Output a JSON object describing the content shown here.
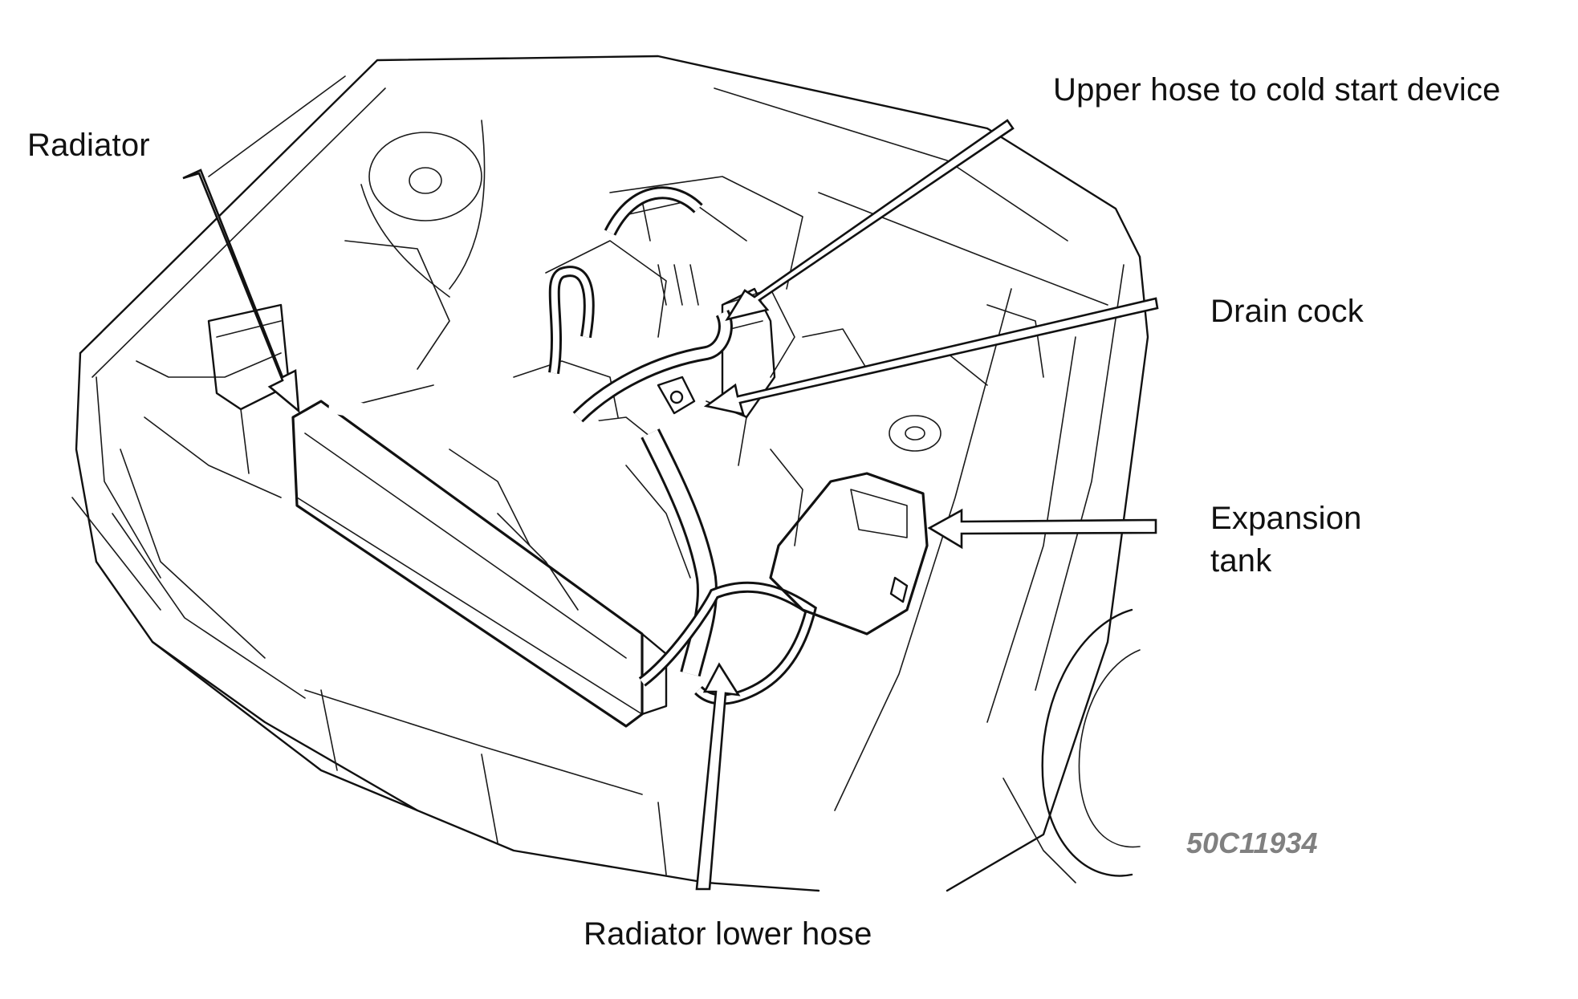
{
  "labels": {
    "radiator": "Radiator",
    "upper_hose": "Upper hose to cold start device",
    "drain_cock": "Drain cock",
    "expansion_tank_line1": "Expansion",
    "expansion_tank_line2": "tank",
    "radiator_lower_hose": "Radiator lower hose"
  },
  "figure_code": "50C11934",
  "colors": {
    "ink": "#111111",
    "figure_code": "#808080",
    "background": "#ffffff"
  }
}
